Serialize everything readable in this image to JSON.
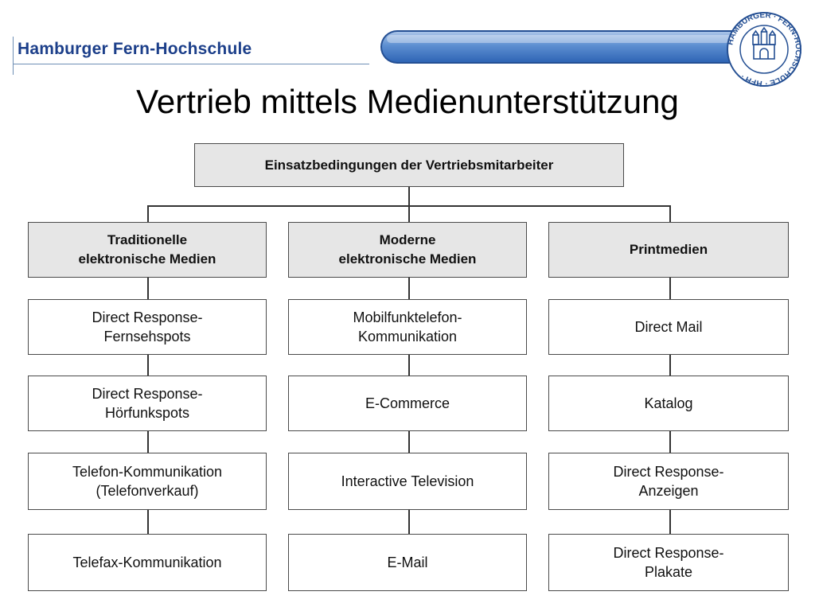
{
  "header": {
    "institution": "Hamburger Fern-Hochschule",
    "seal_text": "HAMBURGER · FERN-HOCHSCHULE · HFH ·",
    "bar_color": "#3a6fbf"
  },
  "slide": {
    "title": "Vertrieb mittels Medienunterstützung"
  },
  "diagram": {
    "root": "Einsatzbedingungen der Vertriebsmitarbeiter",
    "columns": [
      {
        "heading": "Traditionelle\nelektronische Medien",
        "items": [
          "Direct Response-\nFernsehspots",
          "Direct Response-\nHörfunkspots",
          "Telefon-Kommunikation\n(Telefonverkauf)",
          "Telefax-Kommunikation"
        ]
      },
      {
        "heading": "Moderne\nelektronische Medien",
        "items": [
          "Mobilfunktelefon-\nKommunikation",
          "E-Commerce",
          "Interactive Television",
          "E-Mail"
        ]
      },
      {
        "heading": "Printmedien",
        "items": [
          "Direct Mail",
          "Katalog",
          "Direct Response-\nAnzeigen",
          "Direct Response-\nPlakate"
        ]
      }
    ]
  }
}
